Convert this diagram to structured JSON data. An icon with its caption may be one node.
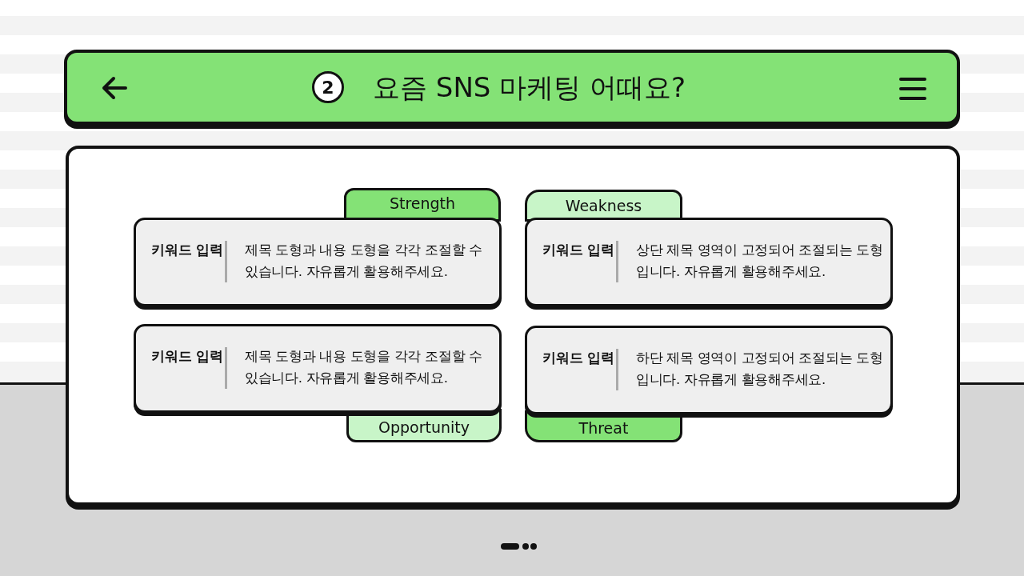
{
  "diagram": {
    "title": "요즘 SNS 마케팅 어때요?",
    "nodes": [
      {
        "text": [
          "2"
        ]
      },
      {
        "text": [
          "Strength"
        ]
      },
      {
        "text": [
          "Weakness"
        ]
      },
      {
        "text": [
          "키워드 입력",
          "제목 도형과 내용 도형을 각각 조절할 수 있습니다. 자유롭게 활용해주세요."
        ]
      },
      {
        "text": [
          "키워드 입력",
          "상단 제목 영역이 고정되어 조절되는 도형입니다. 자유롭게 활용해주세요."
        ]
      },
      {
        "text": [
          "키워드 입력",
          "제목 도형과 내용 도형을 각각 조절할 수 있습니다. 자유롭게 활용해주세요."
        ]
      },
      {
        "text": [
          "키워드 입력",
          "하단 제목 영역이 고정되어 조절되는 도형입니다. 자유롭게 활용해주세요."
        ]
      },
      {
        "text": [
          "Opportunity"
        ]
      },
      {
        "text": [
          "Threat"
        ]
      }
    ]
  }
}
